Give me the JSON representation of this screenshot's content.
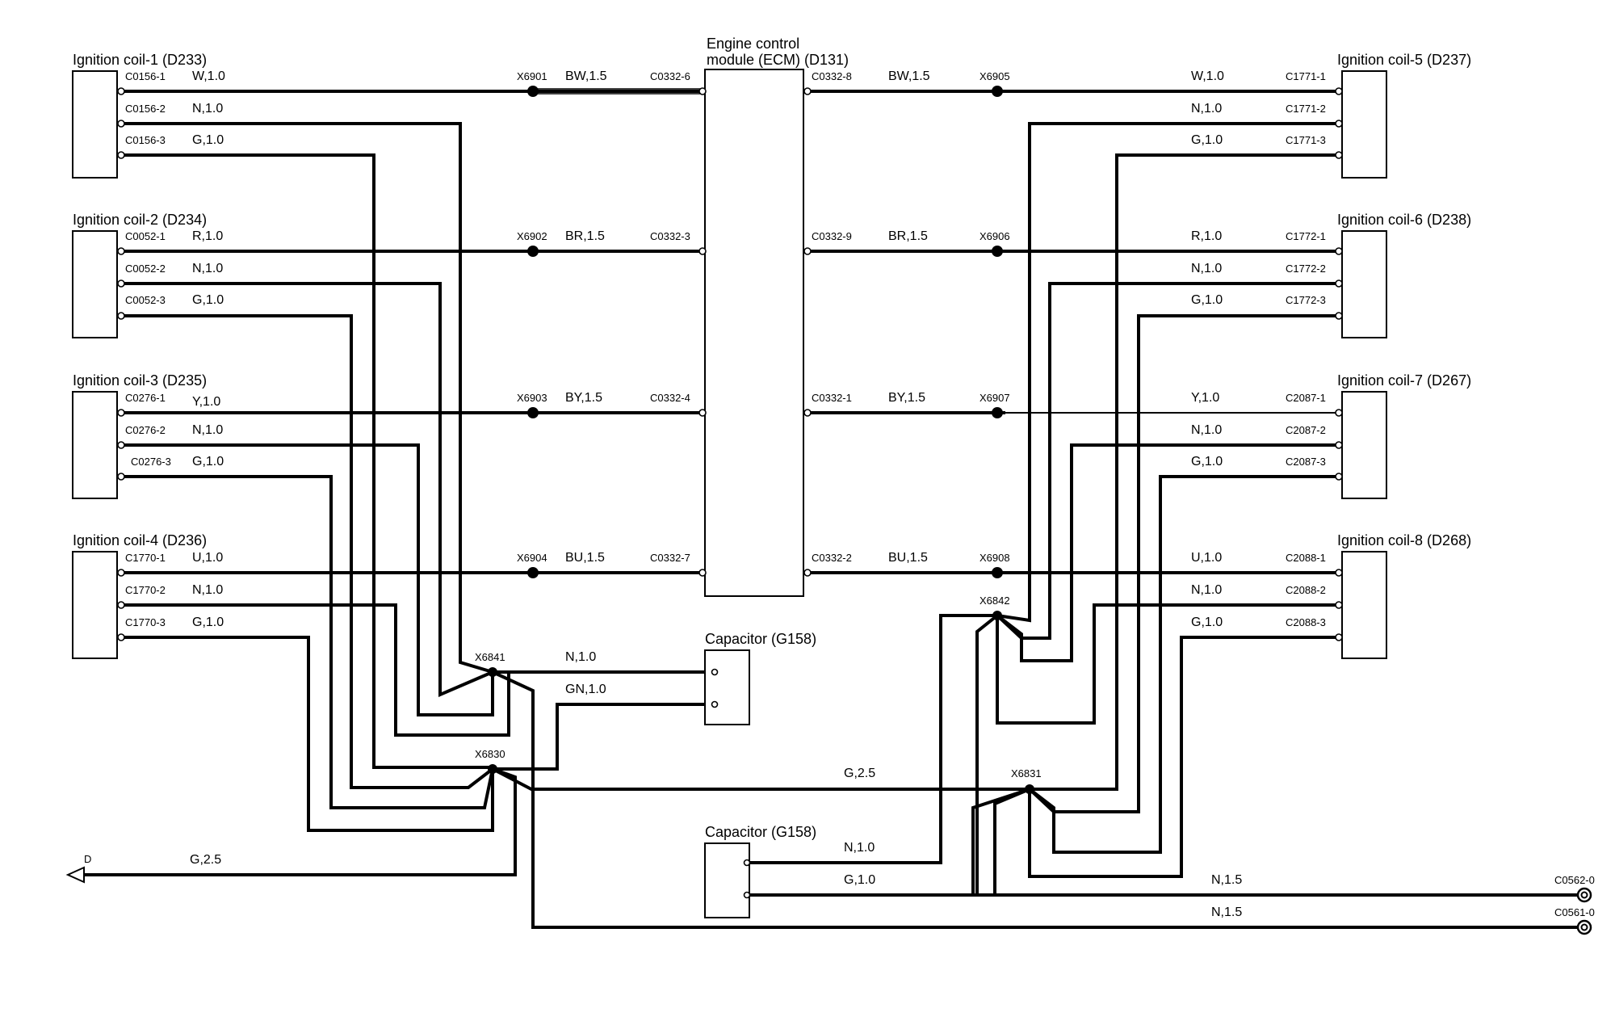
{
  "ecm": {
    "title_line1": "Engine control",
    "title_line2": "module (ECM) (D131)"
  },
  "coils": [
    {
      "title": "Ignition coil-1 (D233)",
      "c1": "C0156-1",
      "c2": "C0156-2",
      "c3": "C0156-3",
      "w1": "W,1.0",
      "w2": "N,1.0",
      "w3": "G,1.0",
      "splice": "X6901",
      "ecm_wire": "BW,1.5",
      "ecm_pin": "C0332-6"
    },
    {
      "title": "Ignition coil-2 (D234)",
      "c1": "C0052-1",
      "c2": "C0052-2",
      "c3": "C0052-3",
      "w1": "R,1.0",
      "w2": "N,1.0",
      "w3": "G,1.0",
      "splice": "X6902",
      "ecm_wire": "BR,1.5",
      "ecm_pin": "C0332-3"
    },
    {
      "title": "Ignition coil-3 (D235)",
      "c1": "C0276-1",
      "c2": "C0276-2",
      "c3": "C0276-3",
      "w1": "Y,1.0",
      "w2": "N,1.0",
      "w3": "G,1.0",
      "splice": "X6903",
      "ecm_wire": "BY,1.5",
      "ecm_pin": "C0332-4"
    },
    {
      "title": "Ignition coil-4 (D236)",
      "c1": "C1770-1",
      "c2": "C1770-2",
      "c3": "C1770-3",
      "w1": "U,1.0",
      "w2": "N,1.0",
      "w3": "G,1.0",
      "splice": "X6904",
      "ecm_wire": "BU,1.5",
      "ecm_pin": "C0332-7"
    },
    {
      "title": "Ignition coil-5 (D237)",
      "c1": "C1771-1",
      "c2": "C1771-2",
      "c3": "C1771-3",
      "w1": "W,1.0",
      "w2": "N,1.0",
      "w3": "G,1.0",
      "splice": "X6905",
      "ecm_wire": "BW,1.5",
      "ecm_pin": "C0332-8"
    },
    {
      "title": "Ignition coil-6 (D238)",
      "c1": "C1772-1",
      "c2": "C1772-2",
      "c3": "C1772-3",
      "w1": "R,1.0",
      "w2": "N,1.0",
      "w3": "G,1.0",
      "splice": "X6906",
      "ecm_wire": "BR,1.5",
      "ecm_pin": "C0332-9"
    },
    {
      "title": "Ignition coil-7 (D267)",
      "c1": "C2087-1",
      "c2": "C2087-2",
      "c3": "C2087-3",
      "w1": "Y,1.0",
      "w2": "N,1.0",
      "w3": "G,1.0",
      "splice": "X6907",
      "ecm_wire": "BY,1.5",
      "ecm_pin": "C0332-1"
    },
    {
      "title": "Ignition coil-8 (D268)",
      "c1": "C2088-1",
      "c2": "C2088-2",
      "c3": "C2088-3",
      "w1": "U,1.0",
      "w2": "N,1.0",
      "w3": "G,1.0",
      "splice": "X6908",
      "ecm_wire": "BU,1.5",
      "ecm_pin": "C0332-2"
    }
  ],
  "capacitor_1": {
    "title": "Capacitor (G158)",
    "wire_top": "N,1.0",
    "wire_bottom": "GN,1.0"
  },
  "capacitor_2": {
    "title": "Capacitor (G158)",
    "wire_top": "N,1.0",
    "wire_bottom": "G,1.0"
  },
  "splices": {
    "x6841": "X6841",
    "x6830": "X6830",
    "x6842": "X6842",
    "x6831": "X6831"
  },
  "ground_link": "G,2.5",
  "ground_out": {
    "arrow_label": "D",
    "wire": "G,2.5"
  },
  "grounds": [
    {
      "id": "C0562-0",
      "wire": "N,1.5"
    },
    {
      "id": "C0561-0",
      "wire": "N,1.5"
    }
  ]
}
